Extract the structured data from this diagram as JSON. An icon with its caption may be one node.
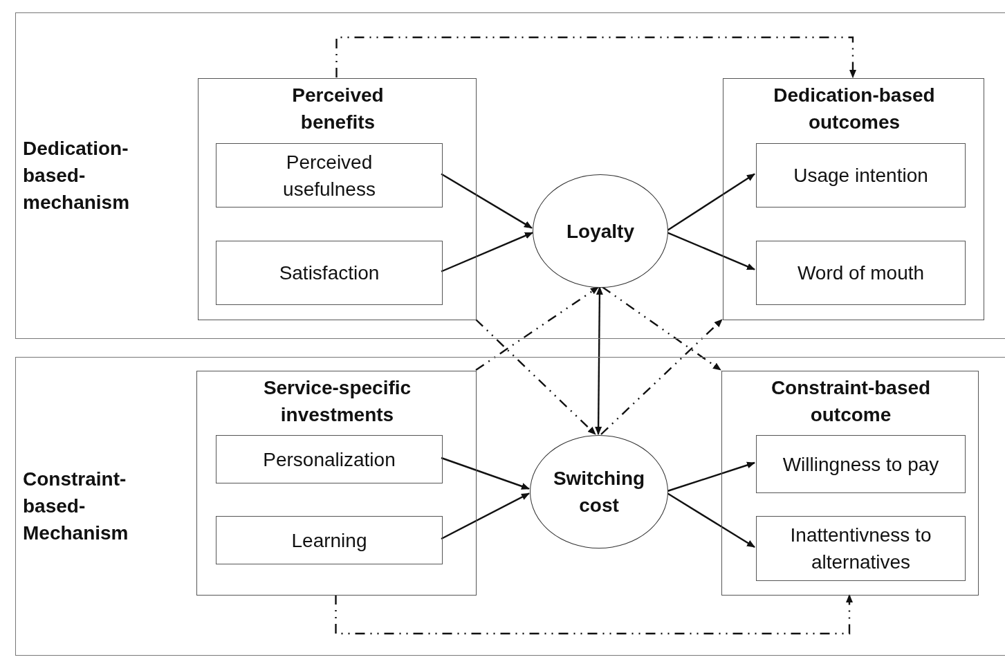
{
  "diagram": {
    "nodes": [
      {
        "text": [
          "Dedication-based-mechanism"
        ]
      },
      {
        "text": [
          "Perceived benefits"
        ],
        "in": 0
      },
      {
        "text": [
          "Perceived usefulness"
        ],
        "in": 1
      },
      {
        "text": [
          "Satisfaction"
        ],
        "in": 1
      },
      {
        "text": [
          "Loyalty"
        ],
        "in": 0
      },
      {
        "text": [
          "Dedication-based outcomes"
        ],
        "in": 0
      },
      {
        "text": [
          "Usage intention"
        ],
        "in": 5
      },
      {
        "text": [
          "Word of mouth"
        ],
        "in": 5
      },
      {
        "text": [
          "Constraint-based-Mechanism"
        ]
      },
      {
        "text": [
          "Service-specific investments"
        ],
        "in": 8
      },
      {
        "text": [
          "Personalization"
        ],
        "in": 9
      },
      {
        "text": [
          "Learning"
        ],
        "in": 9
      },
      {
        "text": [
          "Switching cost"
        ],
        "in": 8
      },
      {
        "text": [
          "Constraint-based outcome"
        ],
        "in": 8
      },
      {
        "text": [
          "Willingness to pay"
        ],
        "in": 13
      },
      {
        "text": [
          "Inattentivness to alternatives"
        ],
        "in": 13
      }
    ],
    "edges": [
      {
        "from": 2,
        "to": 4,
        "arrow": "to"
      },
      {
        "from": 3,
        "to": 4,
        "arrow": "to"
      },
      {
        "from": 4,
        "to": 6,
        "arrow": "to"
      },
      {
        "from": 4,
        "to": 7,
        "arrow": "to"
      },
      {
        "from": 10,
        "to": 12,
        "arrow": "to"
      },
      {
        "from": 11,
        "to": 12,
        "arrow": "to"
      },
      {
        "from": 12,
        "to": 14,
        "arrow": "to"
      },
      {
        "from": 12,
        "to": 15,
        "arrow": "to"
      },
      {
        "from": 1,
        "to": 5,
        "arrow": "to",
        "style": "dashed"
      },
      {
        "from": 9,
        "to": 13,
        "arrow": "to",
        "style": "dashed"
      },
      {
        "from": 4,
        "to": 12,
        "arrow": "both"
      },
      {
        "from": 1,
        "to": 12,
        "arrow": "to",
        "style": "dashed"
      },
      {
        "from": 9,
        "to": 4,
        "arrow": "to",
        "style": "dashed"
      },
      {
        "from": 4,
        "to": 13,
        "arrow": "to",
        "style": "dashed"
      },
      {
        "from": 12,
        "to": 5,
        "arrow": "to",
        "style": "dashed"
      }
    ]
  }
}
